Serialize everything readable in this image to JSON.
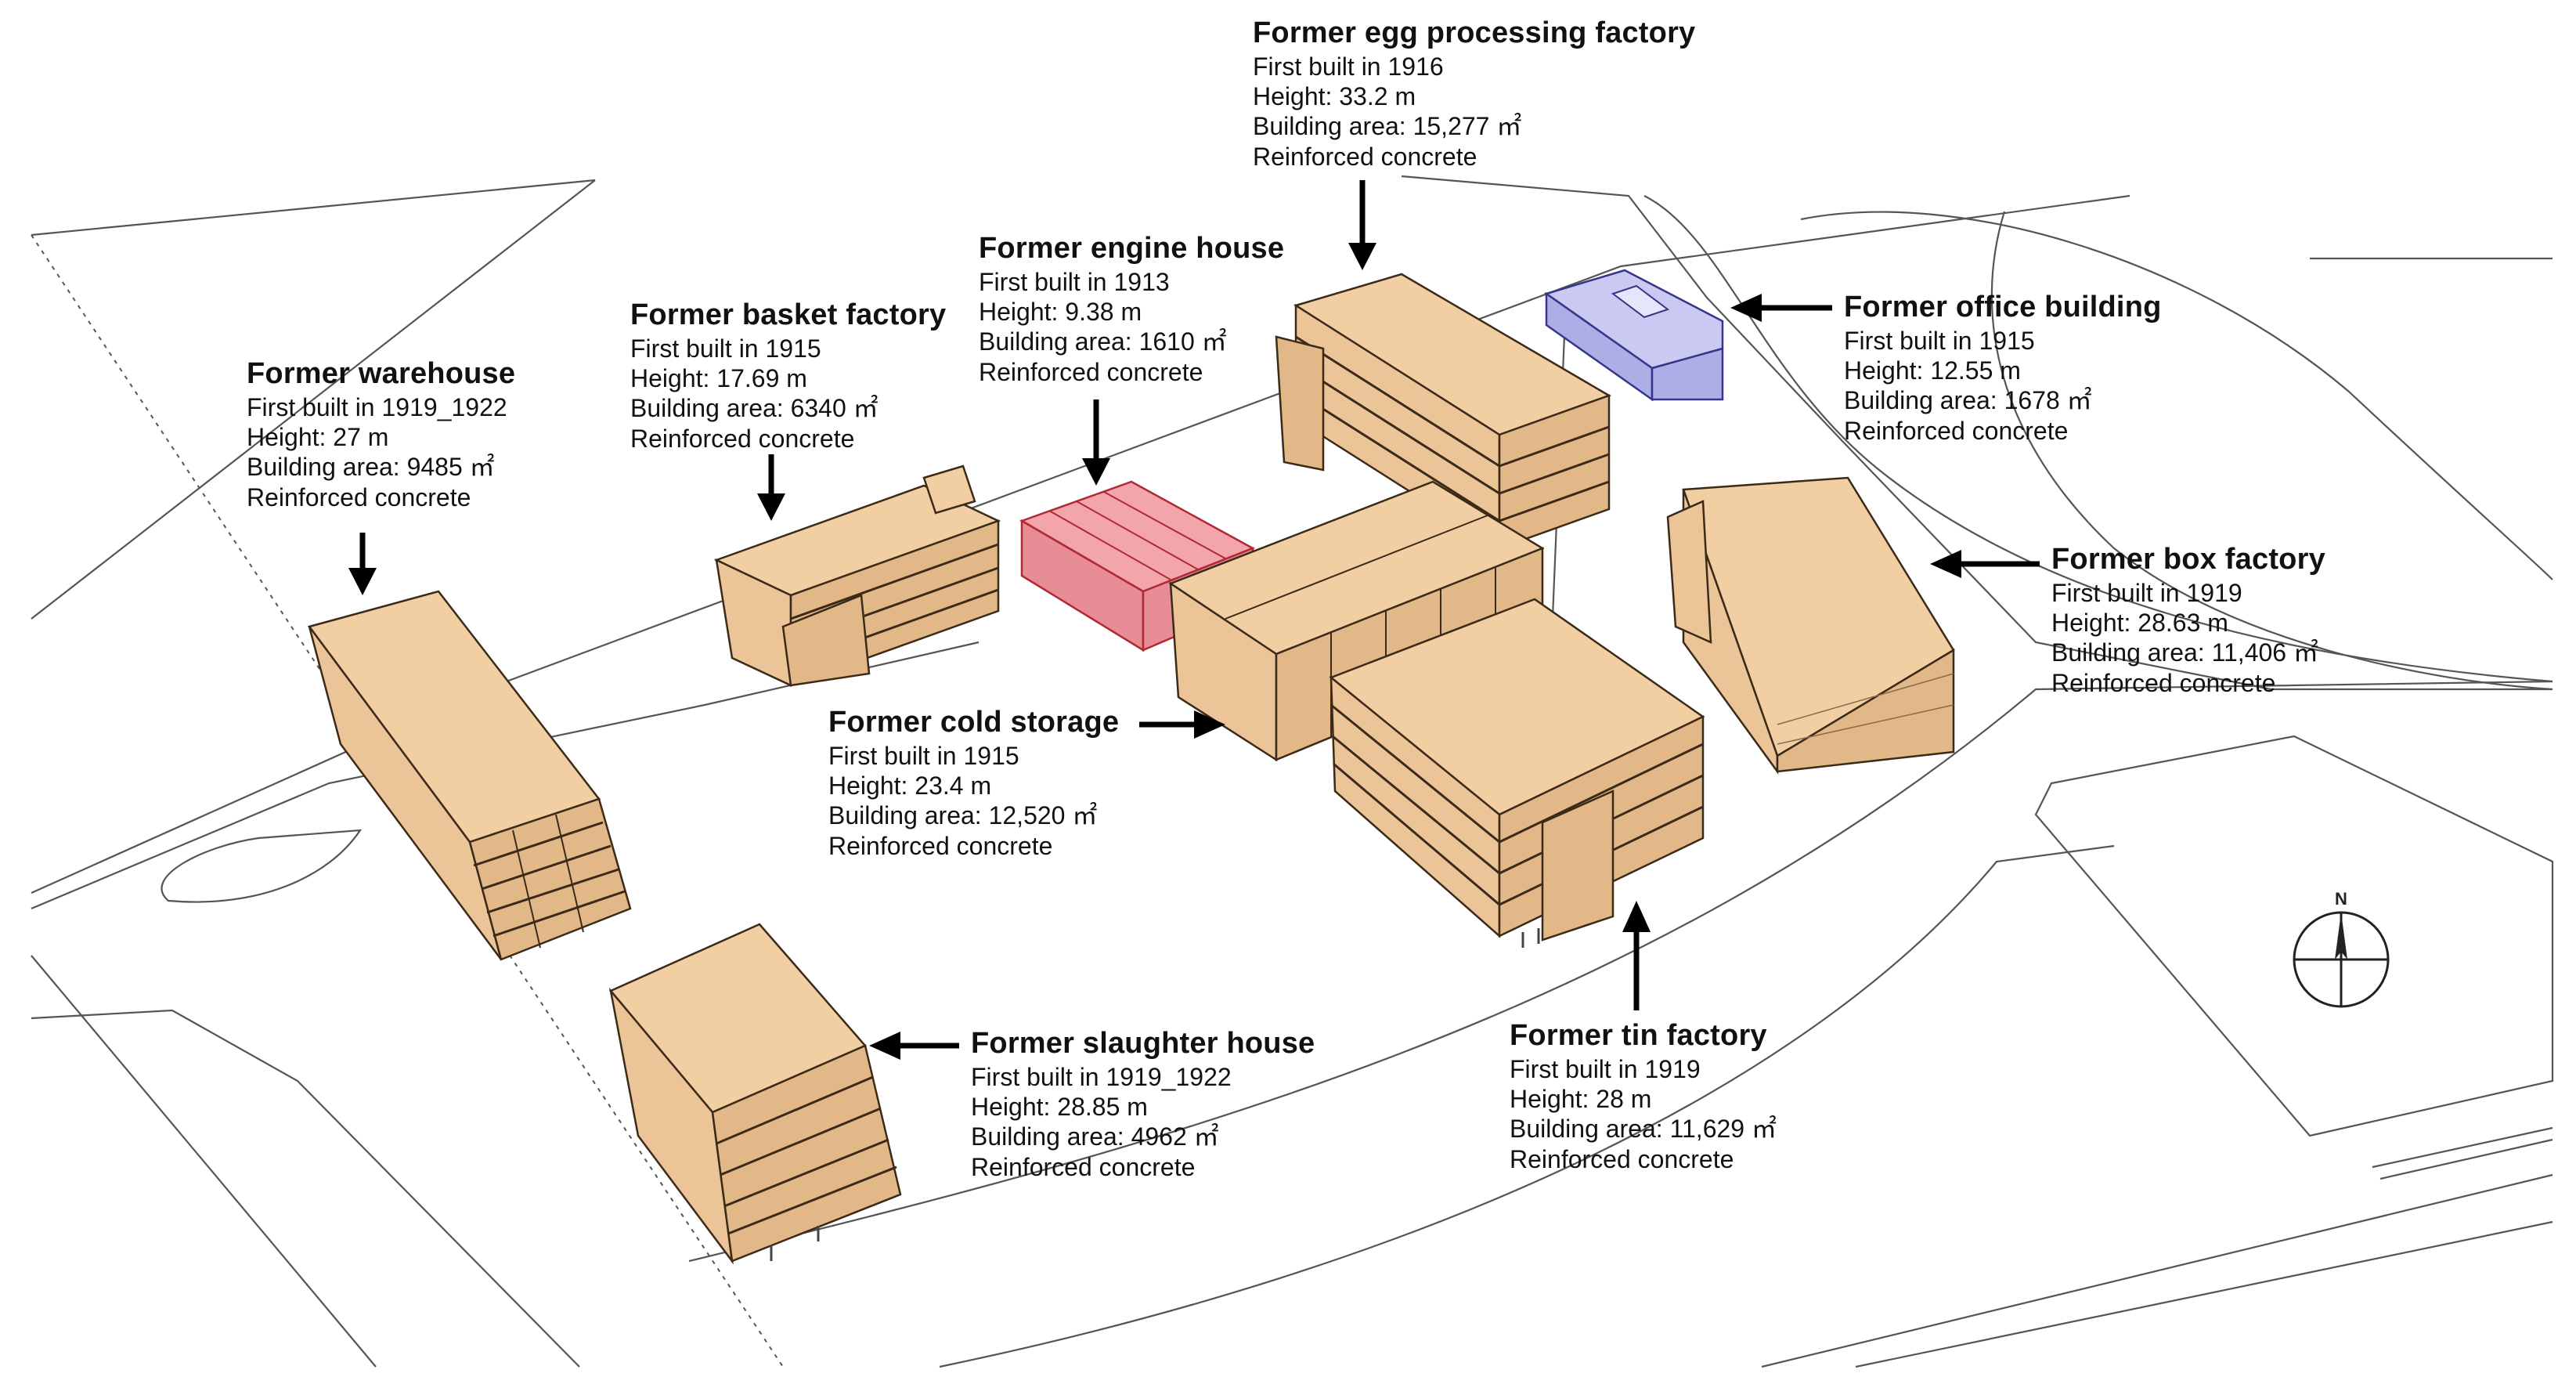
{
  "buildings": {
    "egg": {
      "title": "Former egg processing factory",
      "built": "First built in 1916",
      "height": "Height: 33.2 m",
      "area": "Building area: 15,277 ㎡",
      "material": "Reinforced concrete"
    },
    "engine": {
      "title": "Former engine house",
      "built": "First built in 1913",
      "height": "Height: 9.38 m",
      "area": "Building area: 1610 ㎡",
      "material": "Reinforced concrete"
    },
    "basket": {
      "title": "Former basket factory",
      "built": "First built in 1915",
      "height": "Height: 17.69 m",
      "area": "Building area: 6340 ㎡",
      "material": "Reinforced concrete"
    },
    "warehouse": {
      "title": "Former warehouse",
      "built": "First built in 1919_1922",
      "height": "Height: 27 m",
      "area": "Building area: 9485 ㎡",
      "material": "Reinforced concrete"
    },
    "office": {
      "title": "Former office building",
      "built": "First built in 1915",
      "height": "Height: 12.55 m",
      "area": "Building area: 1678 ㎡",
      "material": "Reinforced concrete"
    },
    "box": {
      "title": "Former box factory",
      "built": "First built in 1919",
      "height": "Height: 28.63 m",
      "area": "Building area: 11,406 ㎡",
      "material": "Reinforced concrete"
    },
    "cold": {
      "title": "Former cold storage",
      "built": "First built in 1915",
      "height": "Height: 23.4 m",
      "area": "Building area: 12,520 ㎡",
      "material": "Reinforced concrete"
    },
    "slaughter": {
      "title": "Former slaughter house",
      "built": "First built in 1919_1922",
      "height": "Height: 28.85 m",
      "area": "Building area: 4962 ㎡",
      "material": "Reinforced concrete"
    },
    "tin": {
      "title": "Former tin factory",
      "built": "First built in 1919",
      "height": "Height: 28 m",
      "area": "Building area: 11,629 ㎡",
      "material": "Reinforced concrete"
    }
  },
  "compass": {
    "north_label": "N"
  },
  "colors": {
    "building": "#f2cfa2",
    "engine_house": "#f2a6ab",
    "office_building": "#c9c9f2"
  }
}
